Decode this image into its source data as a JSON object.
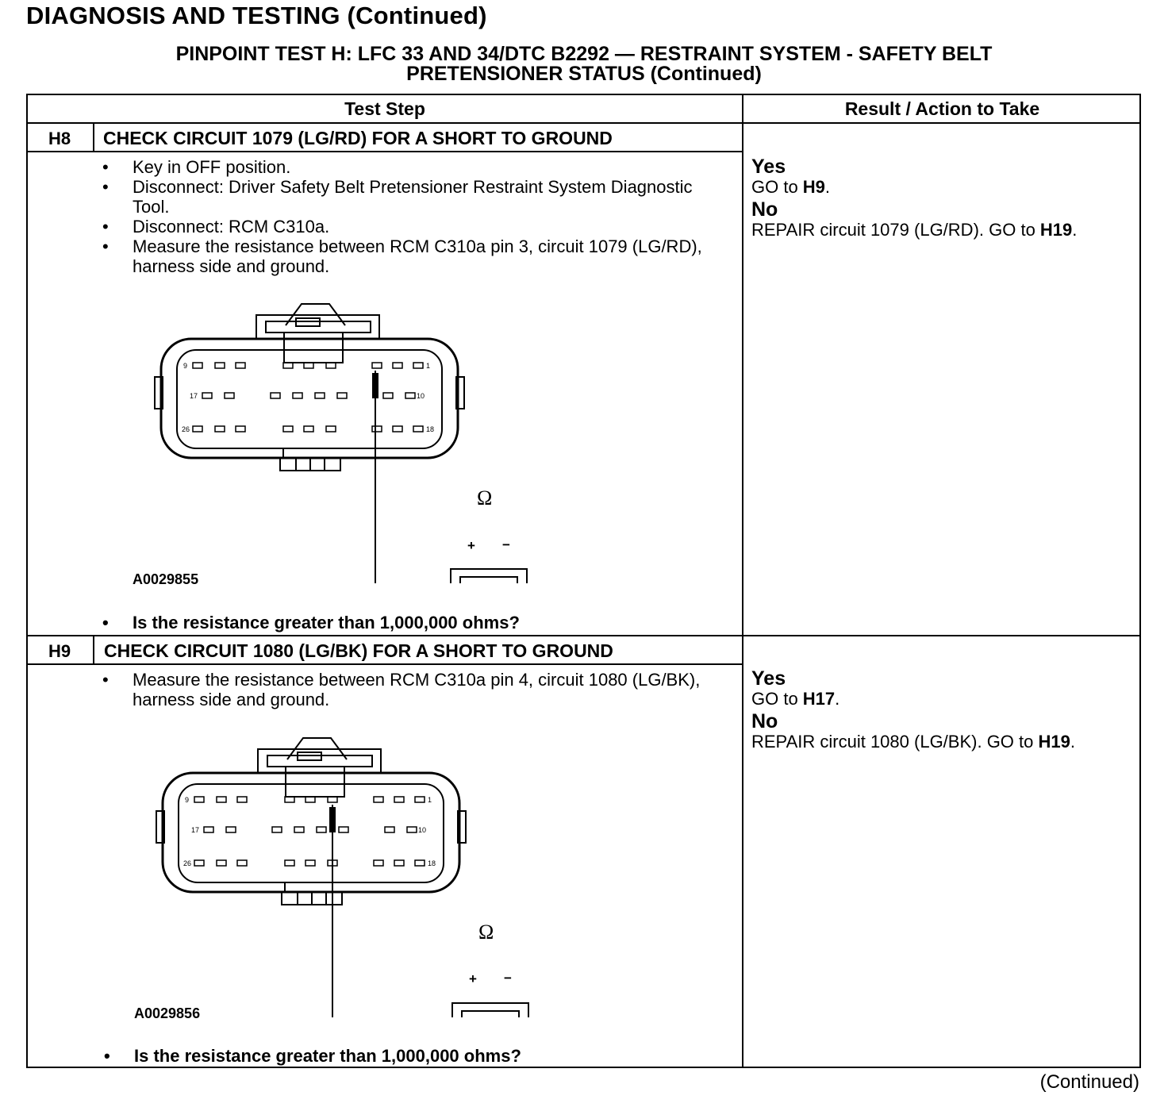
{
  "page": {
    "title": "DIAGNOSIS AND TESTING (Continued)",
    "subtitle_line1": "PINPOINT TEST  H: LFC 33 AND 34/DTC B2292 — RESTRAINT SYSTEM - SAFETY BELT",
    "subtitle_line2": "PRETENSIONER STATUS (Continued)",
    "footer": "(Continued)"
  },
  "table": {
    "col_test_step": "Test Step",
    "col_result": "Result / Action to Take"
  },
  "steps": [
    {
      "id": "H8",
      "title": "CHECK CIRCUIT 1079 (LG/RD) FOR A SHORT TO GROUND",
      "bullets": [
        "Key in OFF position.",
        "Disconnect: Driver Safety Belt Pretensioner Restraint System Diagnostic Tool.",
        "Disconnect: RCM C310a.",
        "Measure the resistance between RCM C310a pin 3, circuit 1079 (LG/RD), harness side and ground."
      ],
      "figure_code": "A0029855",
      "question": "Is the resistance greater than 1,000,000 ohms?",
      "yes_label": "Yes",
      "yes_action_prefix": "GO to ",
      "yes_action_target": "H9",
      "no_label": "No",
      "no_action_prefix": "REPAIR circuit 1079 (LG/RD). GO to ",
      "no_action_target": "H19"
    },
    {
      "id": "H9",
      "title": "CHECK CIRCUIT 1080 (LG/BK) FOR A SHORT TO GROUND",
      "bullets": [
        "Measure the resistance between RCM C310a pin 4, circuit 1080 (LG/BK), harness side and ground."
      ],
      "figure_code": "A0029856",
      "question": "Is the resistance greater than 1,000,000 ohms?",
      "yes_label": "Yes",
      "yes_action_prefix": "GO to ",
      "yes_action_target": "H17",
      "no_label": "No",
      "no_action_prefix": "REPAIR circuit 1080 (LG/BK). GO to ",
      "no_action_target": "H19"
    }
  ],
  "diagram": {
    "pin_labels": [
      "9",
      "1",
      "17",
      "10",
      "26",
      "18"
    ],
    "meter_symbol": "Ω",
    "plus_symbol": "+",
    "minus_symbol": "−"
  }
}
